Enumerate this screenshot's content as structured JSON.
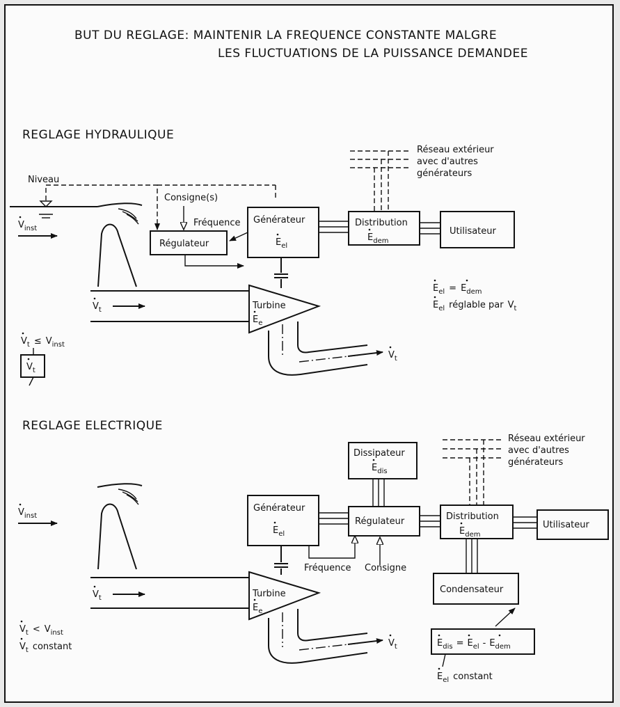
{
  "title": {
    "line1": "BUT DU REGLAGE: MAINTENIR LA FREQUENCE CONSTANTE MALGRE",
    "line2": "LES FLUCTUATIONS DE LA PUISSANCE DEMANDEE"
  },
  "hydraulique": {
    "heading": "REGLAGE HYDRAULIQUE",
    "niveau": "Niveau",
    "consigne": "Consigne(s)",
    "frequence": "Fréquence",
    "regulateur": "Régulateur",
    "generateur": "Générateur",
    "e_el": "E",
    "e_el_sub": "el",
    "distribution": "Distribution",
    "e_dem": "E",
    "e_dem_sub": "dem",
    "utilisateur": "Utilisateur",
    "reseau_1": "Réseau extérieur",
    "reseau_2": "avec d'autres",
    "reseau_3": "générateurs",
    "turbine": "Turbine",
    "e_e": "E",
    "e_e_sub": "e",
    "v_inst": "V",
    "v_inst_sub": "inst",
    "v_t": "V",
    "v_t_sub": "t",
    "eq1_a": "E",
    "eq1_a_sub": "el",
    "eq1_op": "=",
    "eq1_b": "E",
    "eq1_b_sub": "dem",
    "eq2_a": "E",
    "eq2_a_sub": "el",
    "eq2_text": "réglable par",
    "eq2_v": "V",
    "eq2_v_sub": "t",
    "cond_a": "V",
    "cond_a_sub": "t",
    "cond_op": "≤",
    "cond_b": "V",
    "cond_b_sub": "inst",
    "cond_box": "V",
    "cond_box_sub": "t"
  },
  "electrique": {
    "heading": "REGLAGE ELECTRIQUE",
    "dissipateur": "Dissipateur",
    "e_dis": "E",
    "e_dis_sub": "dis",
    "generateur": "Générateur",
    "e_el": "E",
    "e_el_sub": "el",
    "regulateur": "Régulateur",
    "distribution": "Distribution",
    "e_dem": "E",
    "e_dem_sub": "dem",
    "utilisateur": "Utilisateur",
    "reseau_1": "Réseau extérieur",
    "reseau_2": "avec d'autres",
    "reseau_3": "générateurs",
    "frequence": "Fréquence",
    "consigne": "Consigne",
    "condensateur": "Condensateur",
    "turbine": "Turbine",
    "e_e": "E",
    "e_e_sub": "e",
    "v_inst": "V",
    "v_inst_sub": "inst",
    "v_t": "V",
    "v_t_sub": "t",
    "cond1_a": "V",
    "cond1_a_sub": "t",
    "cond1_op": "<",
    "cond1_b": "V",
    "cond1_b_sub": "inst",
    "cond2_a": "V",
    "cond2_a_sub": "t",
    "cond2_text": "constant",
    "box_a": "E",
    "box_a_sub": "dis",
    "box_op1": "=",
    "box_b": "E",
    "box_b_sub": "el",
    "box_op2": "-",
    "box_c": "E",
    "box_c_sub": "dem",
    "eel_const": "E",
    "eel_const_sub": "el",
    "eel_const_text": "constant"
  }
}
